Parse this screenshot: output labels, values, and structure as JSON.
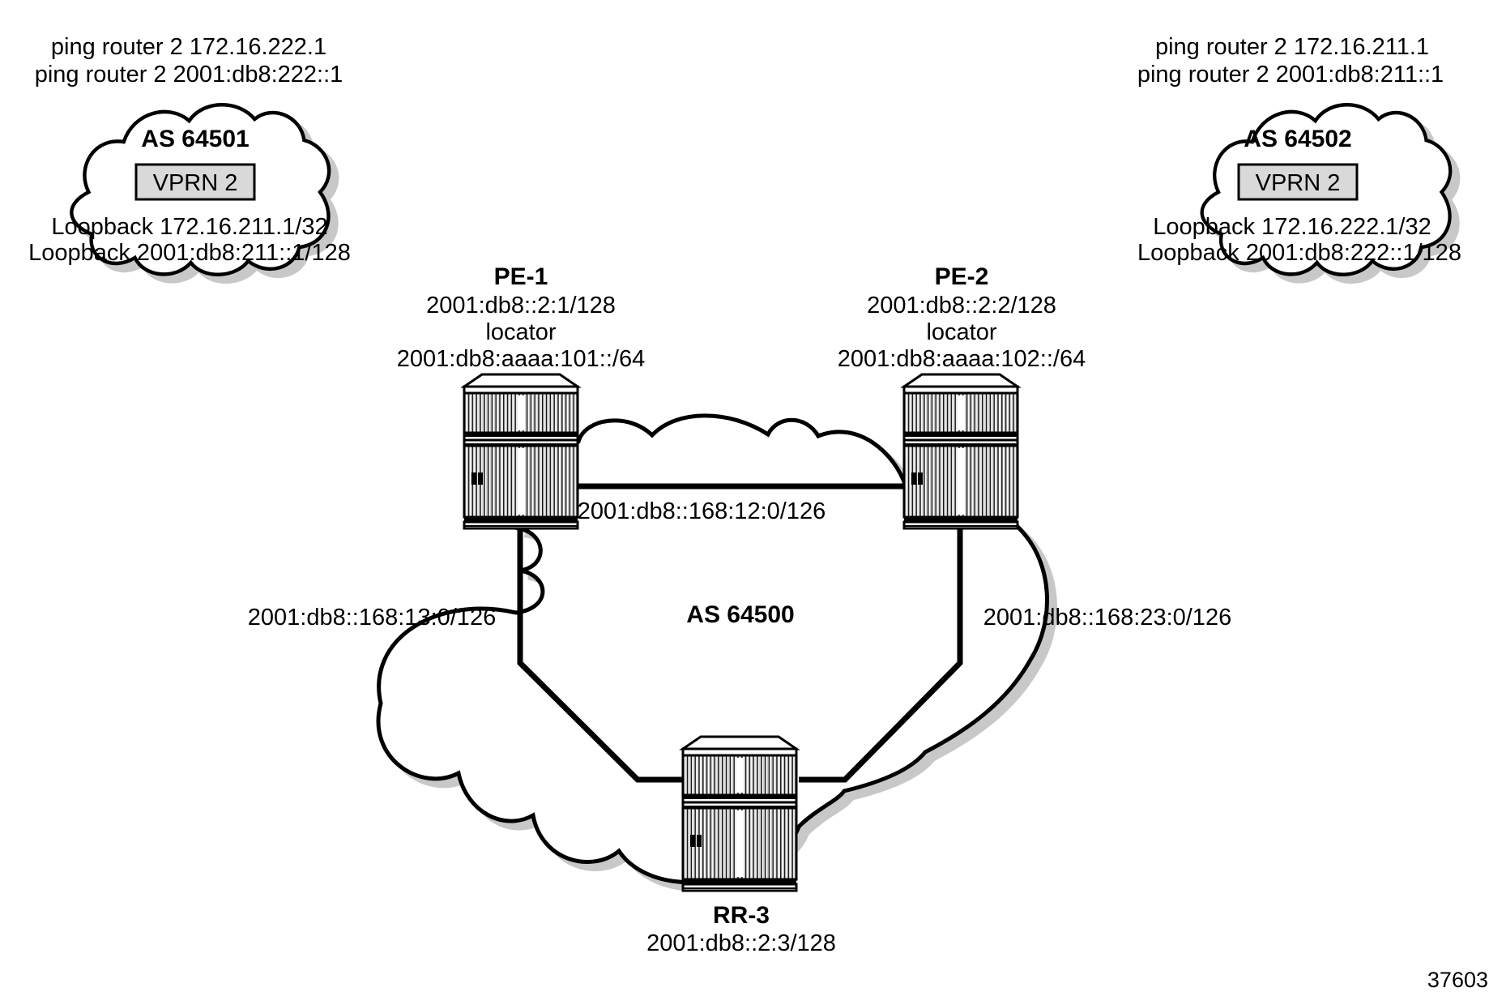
{
  "figure_number": "37603",
  "customer_left": {
    "ping_lines": [
      "ping router 2 172.16.222.1",
      "ping router 2 2001:db8:222::1"
    ],
    "as_label": "AS 64501",
    "vprn_label": "VPRN 2",
    "loopback_lines": [
      "Loopback 172.16.211.1/32",
      "Loopback 2001:db8:211::1/128"
    ]
  },
  "customer_right": {
    "ping_lines": [
      "ping router 2 172.16.211.1",
      "ping router 2 2001:db8:211::1"
    ],
    "as_label": "AS 64502",
    "vprn_label": "VPRN 2",
    "loopback_lines": [
      "Loopback 172.16.222.1/32",
      "Loopback 2001:db8:222::1/128"
    ]
  },
  "core": {
    "as_label": "AS 64500",
    "routers": {
      "pe1": {
        "name": "PE-1",
        "system_address": "2001:db8::2:1/128",
        "locator_label": "locator",
        "locator": "2001:db8:aaaa:101::/64"
      },
      "pe2": {
        "name": "PE-2",
        "system_address": "2001:db8::2:2/128",
        "locator_label": "locator",
        "locator": "2001:db8:aaaa:102::/64"
      },
      "rr3": {
        "name": "RR-3",
        "system_address": "2001:db8::2:3/128"
      }
    },
    "links": {
      "pe1_pe2": "2001:db8::168:12:0/126",
      "pe1_rr3": "2001:db8::168:13:0/126",
      "pe2_rr3": "2001:db8::168:23:0/126"
    }
  }
}
